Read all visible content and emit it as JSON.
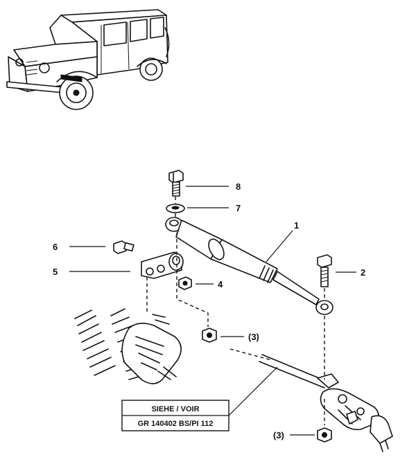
{
  "callouts": {
    "c1": "1",
    "c2": "2",
    "c3a": "(3)",
    "c3b": "(3)",
    "c4": "4",
    "c5": "5",
    "c6": "6",
    "c7": "7",
    "c8": "8"
  },
  "reference_box": {
    "line1": "SIEHE / VOIR",
    "line2": "GR 140402  BS/PI  112"
  }
}
